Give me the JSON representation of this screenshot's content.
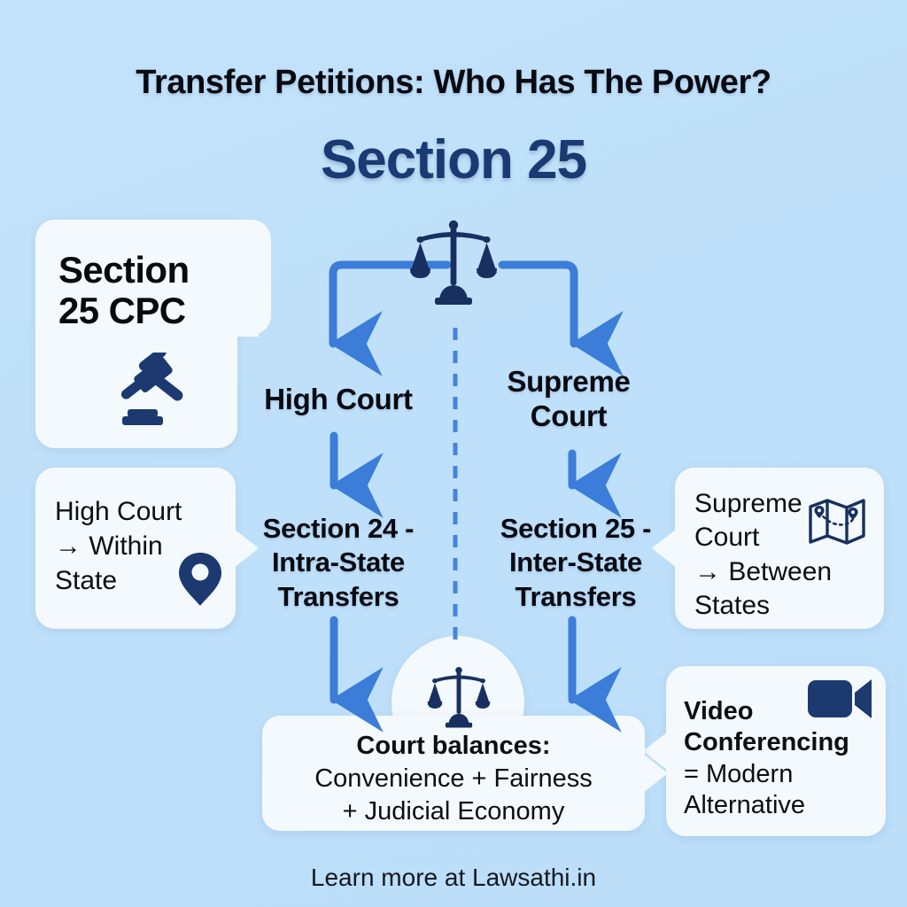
{
  "page": {
    "title": "Transfer Petitions: Who Has The Power?",
    "subtitle": "Section 25",
    "footer": "Learn more at Lawsathi.in",
    "background_color": "#bfe0fa",
    "accent_navy": "#1a3a73",
    "accent_blue": "#3b7dd8",
    "card_color": "#f4f9fd"
  },
  "cards": {
    "section25cpc": {
      "line1": "Section",
      "line2": "25 CPC",
      "icon": "gavel-icon"
    },
    "high_court_state": {
      "line1": "High Court",
      "line2": "→ Within",
      "line3": "State",
      "icon": "map-pin-icon"
    },
    "supreme_court_states": {
      "line1": "Supreme",
      "line2": "Court",
      "line3": "→ Between",
      "line4": "States",
      "icon": "folded-map-icon"
    },
    "video_conferencing": {
      "line1": "Video",
      "line2": "Conferencing",
      "line3": "= Modern",
      "line4": "Alternative",
      "icon": "video-camera-icon"
    },
    "court_balances": {
      "heading": "Court balances:",
      "line2": "Convenience + Fairness",
      "line3": "+ Judicial Economy",
      "icon": "scales-of-justice-icon"
    }
  },
  "flow": {
    "root_icon": "scales-of-justice-icon",
    "branch_left": {
      "node": "High Court",
      "child_line1": "Section 24 -",
      "child_line2": "Intra-State",
      "child_line3": "Transfers"
    },
    "branch_right": {
      "node_line1": "Supreme",
      "node_line2": "Court",
      "child_line1": "Section 25 -",
      "child_line2": "Inter-State",
      "child_line3": "Transfers"
    }
  }
}
